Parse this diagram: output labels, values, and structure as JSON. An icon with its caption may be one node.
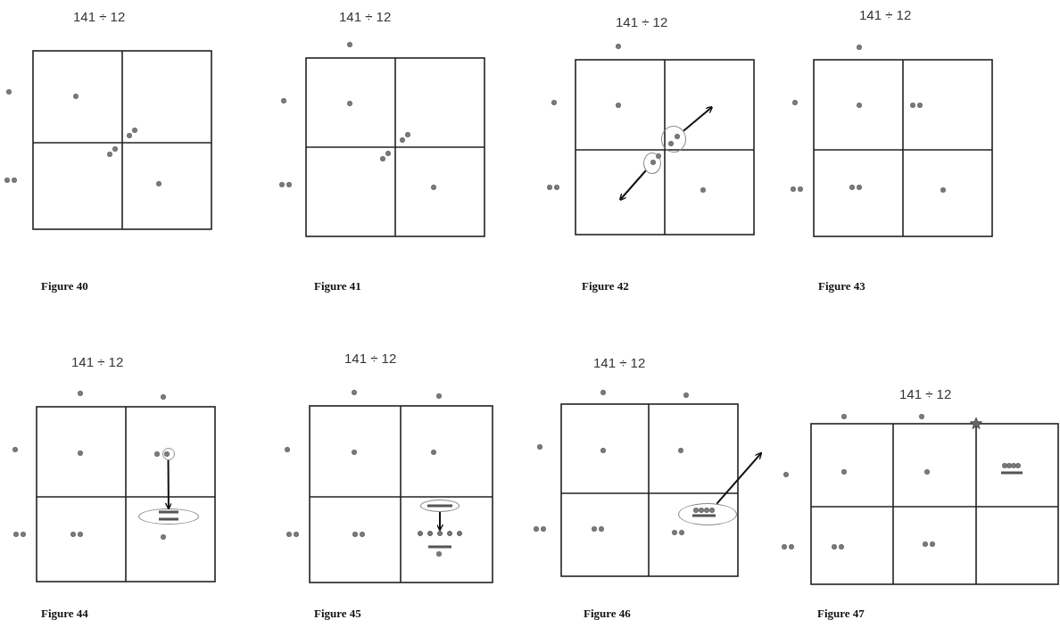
{
  "diagram": {
    "nodes": [
      {
        "text": [],
        "shape": "ellipse"
      },
      {
        "text": [],
        "shape": "ellipse"
      },
      {
        "text": [],
        "shape": "circle"
      },
      {
        "text": [],
        "shape": "ellipse"
      },
      {
        "text": [],
        "shape": "ellipse"
      },
      {
        "text": [],
        "shape": "dots"
      },
      {
        "text": [],
        "shape": "ellipse"
      }
    ],
    "edges": [
      {
        "from": 0,
        "to": null,
        "arrow": "to"
      },
      {
        "from": 1,
        "to": null,
        "arrow": "to"
      },
      {
        "from": 2,
        "to": 3,
        "arrow": "to"
      },
      {
        "from": 4,
        "to": 5,
        "arrow": "to"
      },
      {
        "from": 6,
        "to": null,
        "arrow": "to"
      }
    ],
    "labels": [
      "141 ÷ 12",
      "141 ÷ 12",
      "141 ÷ 12",
      "141 ÷ 12",
      "Figure 40",
      "Figure 41",
      "Figure 42",
      "Figure 43",
      "141 ÷ 12",
      "141 ÷ 12",
      "141 ÷ 12",
      "141 ÷ 12",
      "Figure 44",
      "Figure 45",
      "Figure 46",
      "Figure 47"
    ]
  }
}
